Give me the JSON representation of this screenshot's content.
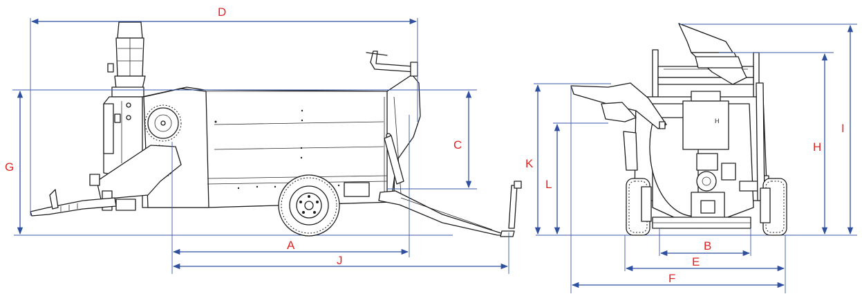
{
  "dimension_labels": {
    "A": "A",
    "B": "B",
    "C": "C",
    "D": "D",
    "E": "E",
    "F": "F",
    "G": "G",
    "H": "H",
    "I": "I",
    "J": "J",
    "K": "K",
    "L": "L"
  },
  "colors": {
    "dimension_line": "#2f4f9f",
    "label": "#e02424",
    "machine_outline": "#1c1c1c"
  }
}
